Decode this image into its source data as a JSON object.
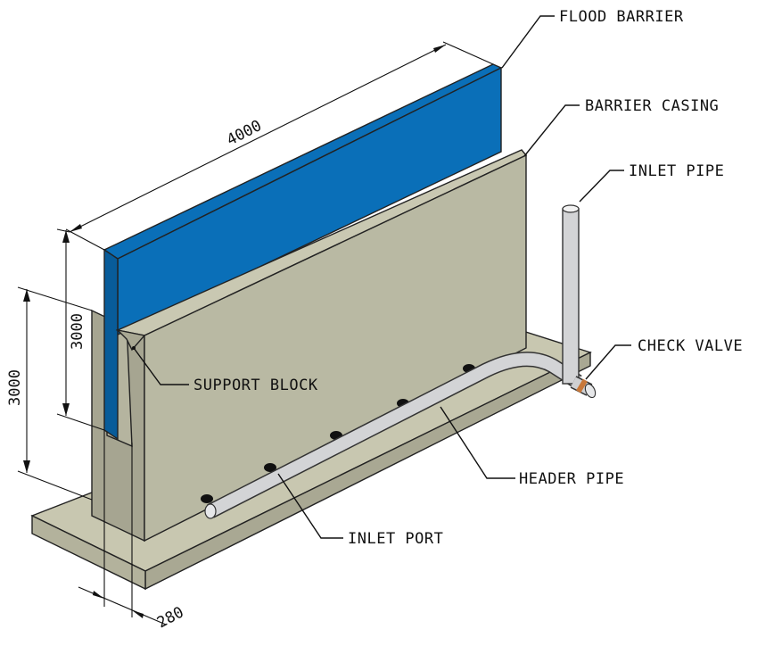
{
  "labels": {
    "flood_barrier": "FLOOD BARRIER",
    "barrier_casing": "BARRIER CASING",
    "inlet_pipe": "INLET PIPE",
    "check_valve": "CHECK VALVE",
    "support_block": "SUPPORT BLOCK",
    "header_pipe": "HEADER PIPE",
    "inlet_port": "INLET PORT"
  },
  "dimensions": {
    "length": "4000",
    "barrier_height": "3000",
    "casing_height": "3000",
    "thickness": "280"
  },
  "colors": {
    "flood_barrier": "#0a6fb8",
    "casing": "#b9b9a3",
    "base": "#c5c4ad",
    "pipe": "#cfd0d2",
    "port": "#111111",
    "valve": "#c8783a"
  }
}
